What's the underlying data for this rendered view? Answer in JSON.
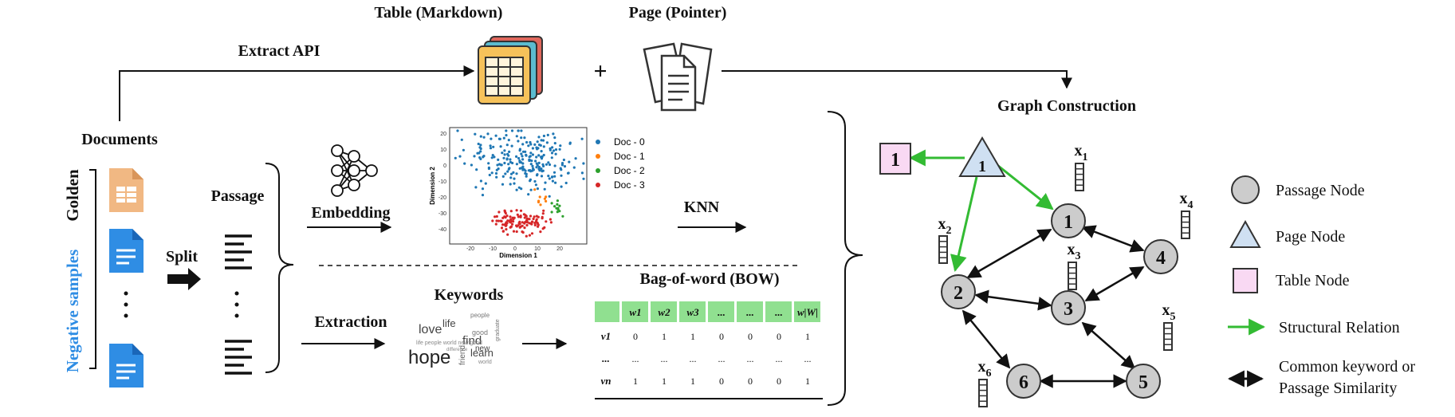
{
  "labels": {
    "table_markdown": "Table (Markdown)",
    "page_pointer": "Page (Pointer)",
    "extract_api": "Extract API",
    "plus": "+",
    "graph_construction": "Graph Construction",
    "documents": "Documents",
    "golden": "Golden",
    "negative_samples": "Negative samples",
    "split": "Split",
    "passage": "Passage",
    "embedding": "Embedding",
    "knn": "KNN",
    "extraction": "Extraction",
    "keywords": "Keywords",
    "bow": "Bag-of-word (BOW)"
  },
  "scatter": {
    "xlabel": "Dimension 1",
    "ylabel": "Dimension 2",
    "xticks": [
      "-20",
      "-10",
      "0",
      "10",
      "20"
    ],
    "yticks": [
      "20",
      "10",
      "0",
      "-10",
      "-20",
      "-30",
      "-40"
    ],
    "legend": [
      {
        "label": "Doc - 0",
        "color": "#1f77b4"
      },
      {
        "label": "Doc - 1",
        "color": "#ff7f0e"
      },
      {
        "label": "Doc - 2",
        "color": "#2ca02c"
      },
      {
        "label": "Doc - 3",
        "color": "#d62728"
      }
    ]
  },
  "bow_table": {
    "header_bg": "#90e090",
    "headers": [
      "w1",
      "w2",
      "w3",
      "...",
      "...",
      "...",
      "w|W|"
    ],
    "rows": [
      {
        "label": "v1",
        "values": [
          "0",
          "1",
          "1",
          "0",
          "0",
          "0",
          "1"
        ]
      },
      {
        "label": "...",
        "values": [
          "...",
          "...",
          "...",
          "...",
          "...",
          "...",
          "..."
        ]
      },
      {
        "label": "vn",
        "values": [
          "1",
          "1",
          "1",
          "0",
          "0",
          "0",
          "1"
        ]
      }
    ]
  },
  "wordcloud": [
    "love",
    "hope",
    "life",
    "find",
    "friend",
    "learn",
    "good",
    "people",
    "new",
    "graduate",
    "difference",
    "world"
  ],
  "graph": {
    "table_node": "1",
    "page_node": "1",
    "passage_nodes": [
      "1",
      "2",
      "3",
      "4",
      "5",
      "6"
    ],
    "features": [
      "x1",
      "x2",
      "x3",
      "x4",
      "x5",
      "x6"
    ]
  },
  "legend": {
    "passage_node": "Passage Node",
    "page_node": "Page Node",
    "table_node": "Table Node",
    "structural_relation": "Structural Relation",
    "similarity_line1": "Common keyword or",
    "similarity_line2": "Passage Similarity"
  },
  "colors": {
    "golden": "#e8a86b",
    "negative": "#2f8de4",
    "structural": "#33bb33",
    "passage_fill": "#cccccc",
    "page_fill": "#cfe0f2",
    "table_fill": "#f9d9f3"
  }
}
